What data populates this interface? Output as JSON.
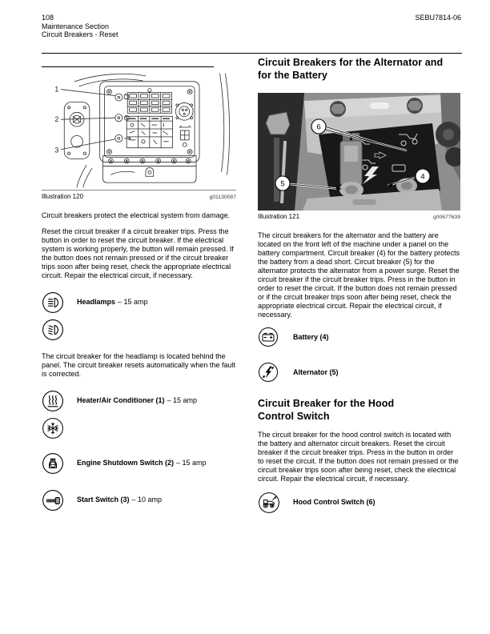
{
  "header": {
    "page_number": "108",
    "section_line1": "Maintenance Section",
    "section_line2": "Circuit Breakers - Reset",
    "doc_code": "SEBU7814-06"
  },
  "left_column": {
    "illustration": {
      "label": "Illustration 120",
      "ref": "g01130087",
      "callouts": [
        "1",
        "2",
        "3"
      ]
    },
    "para1": "Circuit breakers protect the electrical system from damage.",
    "para2": "Reset the circuit breaker if a circuit breaker trips. Press the button in order to reset the circuit breaker. If the electrical system is working properly, the button will remain pressed. If the button does not remain pressed or if the circuit breaker trips soon after being reset, check the appropriate electrical circuit. Repair the electrical circuit, if necessary.",
    "headlamps": {
      "label": "Headlamps",
      "amp": "– 15 amp"
    },
    "para3": "The circuit breaker for the headlamp is located behind the panel. The circuit breaker resets automatically when the fault is corrected.",
    "heater": {
      "label": "Heater/Air Conditioner (1)",
      "amp": "– 15 amp"
    },
    "engine_shutdown": {
      "label": "Engine Shutdown Switch (2)",
      "amp": "– 15 amp"
    },
    "start_switch": {
      "label": "Start Switch (3)",
      "amp": "– 10 amp"
    }
  },
  "right_column": {
    "heading1": "Circuit Breakers for the Alternator and for the Battery",
    "illustration": {
      "label": "Illustration 121",
      "ref": "g00677639",
      "callouts": [
        "4",
        "5",
        "6"
      ]
    },
    "para1": "The circuit breakers for the alternator and the battery are located on the front left of the machine under a panel on the battery compartment. Circuit breaker (4) for the battery protects the battery from a dead short. Circuit breaker (5) for the alternator protects the alternator from a power surge. Reset the circuit breaker if the circuit breaker trips. Press in the button in order to reset the circuit. If the button does not remain pressed or if the circuit breaker trips soon after being reset, check the appropriate electrical circuit. Repair the electrical circuit, if necessary.",
    "battery": {
      "label": "Battery (4)"
    },
    "alternator": {
      "label": "Alternator (5)"
    },
    "heading2": "Circuit Breaker for the Hood Control Switch",
    "para2": "The circuit breaker for the hood control switch is located with the battery and alternator circuit breakers. Reset the circuit breaker if the circuit breaker trips. Press in the button in order to reset the circuit. If the button does not remain pressed or the circuit breaker trips soon after being reset, check the electrical circuit. Repair the electrical circuit, if necessary.",
    "hood": {
      "label": "Hood Control Switch (6)"
    }
  },
  "icons": {
    "headlamp_high": "high-beam-headlamp-symbol",
    "headlamp_low": "low-beam-headlamp-symbol",
    "heater": "heat-waves-symbol",
    "air_conditioner": "snowflake-symbol",
    "engine_shutdown": "engine-stop-symbol",
    "start_switch": "key-symbol",
    "battery": "battery-symbol",
    "alternator": "lightning-bolt-symbol",
    "hood_control": "machine-hood-raise-symbol"
  },
  "colors": {
    "text": "#000000",
    "rule": "#000000",
    "caption_ref": "#3a3a3a",
    "photo_dark": "#191919",
    "photo_mid": "#8e8e8e",
    "photo_light": "#c4c4c4",
    "line_art": "#2a2a2a"
  }
}
